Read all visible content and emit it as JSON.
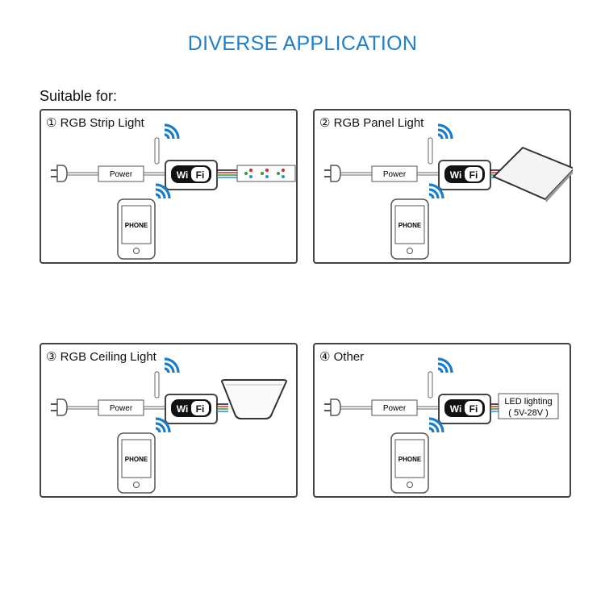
{
  "header": {
    "title": "DIVERSE APPLICATION",
    "subtitle": "Suitable for:"
  },
  "colors": {
    "title": "#1f7fcb",
    "wifi_signal": "#1a7bc9",
    "border": "#444444"
  },
  "panels": [
    {
      "title": "① RGB Strip Light",
      "device": "strip",
      "power_label": "Power",
      "controller_label": [
        "Wi",
        "Fi"
      ],
      "phone_label": "PHONE"
    },
    {
      "title": "② RGB Panel Light",
      "device": "panel",
      "power_label": "Power",
      "controller_label": [
        "Wi",
        "Fi"
      ],
      "phone_label": "PHONE"
    },
    {
      "title": "③ RGB Ceiling Light",
      "device": "ceiling",
      "power_label": "Power",
      "controller_label": [
        "Wi",
        "Fi"
      ],
      "phone_label": "PHONE"
    },
    {
      "title": "④ Other",
      "device": "other",
      "power_label": "Power",
      "controller_label": [
        "Wi",
        "Fi"
      ],
      "phone_label": "PHONE",
      "device_label": [
        "LED lighting",
        "( 5V-28V )"
      ]
    }
  ]
}
